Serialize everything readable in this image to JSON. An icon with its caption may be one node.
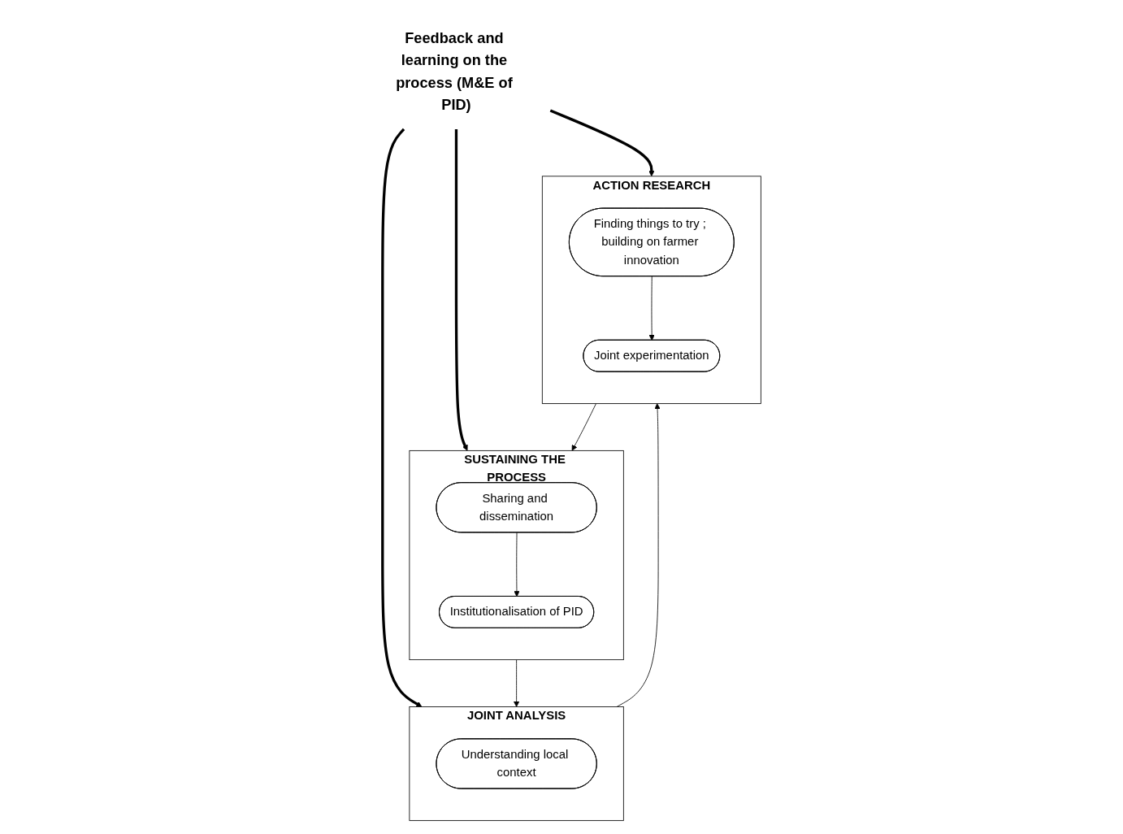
{
  "diagram": {
    "nodes": [
      {
        "text": [
          "JOINT ANALYSIS"
        ]
      },
      {
        "text": [
          "Understanding local context"
        ],
        "in": 0
      },
      {
        "text": [
          "SUSTAINING THE PROCESS"
        ]
      },
      {
        "text": [
          "Institutionalisation of PID"
        ],
        "in": 2
      },
      {
        "text": [
          "Sharing and dissemination"
        ],
        "in": 2
      },
      {
        "text": [
          "Feedback and learning on the process (M&E of PID)"
        ]
      },
      {
        "text": [
          "ACTION RESEARCH"
        ]
      },
      {
        "text": [
          "Finding things to try ; building on farmer innovation"
        ],
        "in": 6
      },
      {
        "text": [
          "Joint experimentation"
        ],
        "in": 6
      }
    ],
    "edges": [
      {
        "from": 2,
        "to": 0,
        "arrow": "to"
      },
      {
        "from": 0,
        "to": 6,
        "arrow": "to"
      },
      {
        "from": 6,
        "to": 2,
        "arrow": "to"
      },
      {
        "from": 4,
        "to": 3,
        "arrow": "to"
      },
      {
        "from": 7,
        "to": 8,
        "arrow": "to"
      },
      {
        "from": 5,
        "to": 0,
        "arrow": "to",
        "style": "thick"
      },
      {
        "from": 5,
        "to": 2,
        "arrow": "to",
        "style": "thick"
      },
      {
        "from": 5,
        "to": 6,
        "arrow": "to",
        "style": "thick"
      }
    ]
  }
}
